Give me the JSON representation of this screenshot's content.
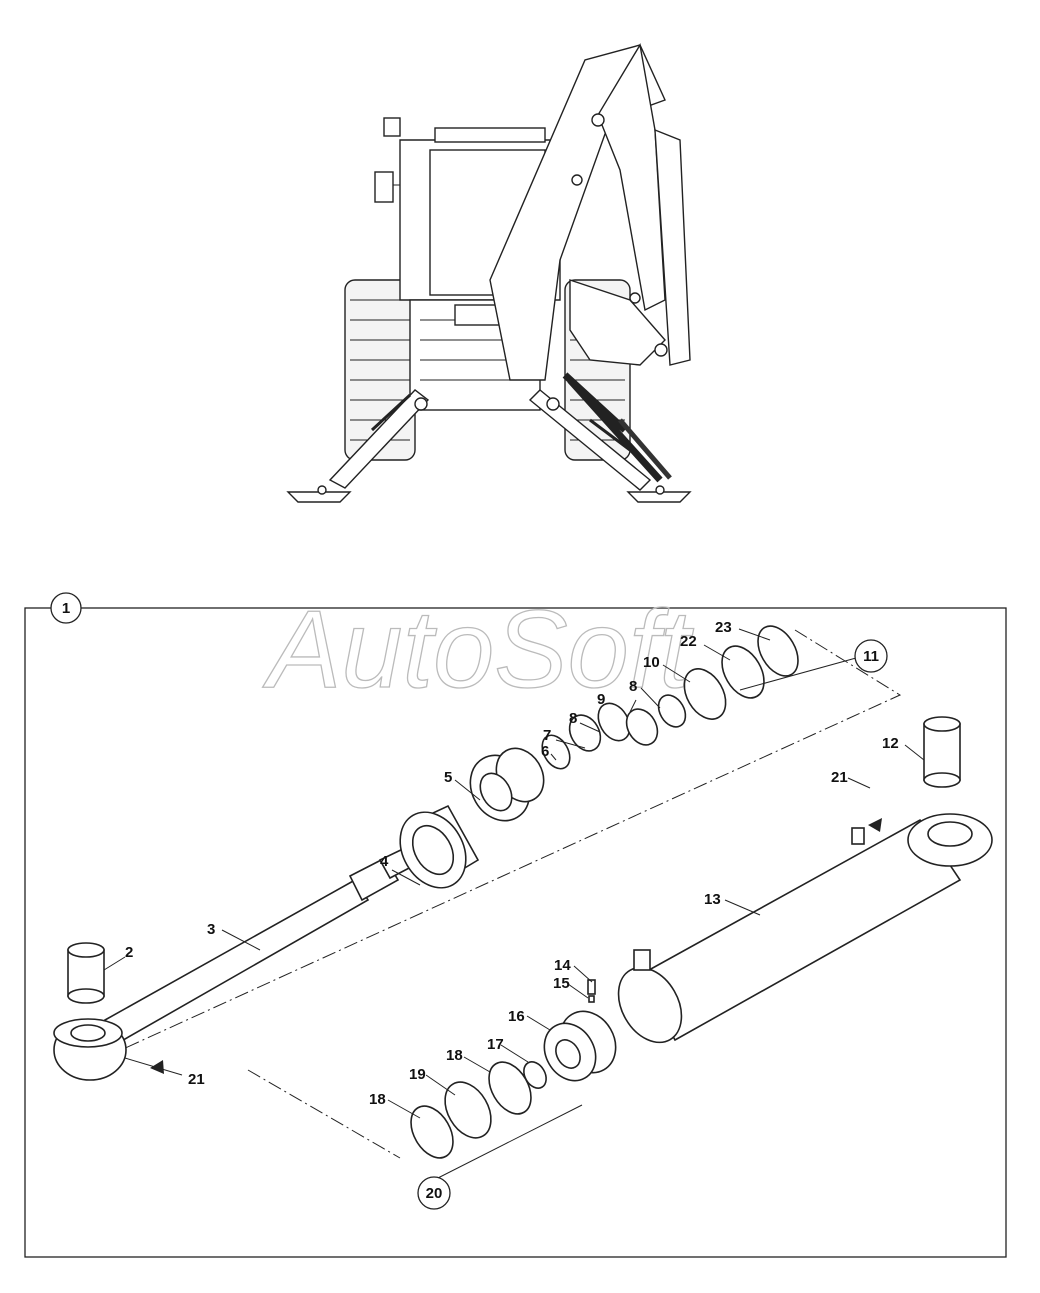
{
  "watermark": "AutoSoft",
  "assembly_label": "1",
  "callouts": {
    "c2": "2",
    "c3": "3",
    "c4": "4",
    "c5": "5",
    "c6": "6",
    "c7": "7",
    "c8a": "8",
    "c8b": "8",
    "c9": "9",
    "c10": "10",
    "c11": "11",
    "c12": "12",
    "c13": "13",
    "c14": "14",
    "c15": "15",
    "c16": "16",
    "c17": "17",
    "c18a": "18",
    "c18b": "18",
    "c19": "19",
    "c20": "20",
    "c21a": "21",
    "c21b": "21",
    "c22": "22",
    "c23": "23"
  },
  "icons": {
    "machine": "backhoe-loader-rear-view",
    "marker": "triangle-marker-icon"
  }
}
